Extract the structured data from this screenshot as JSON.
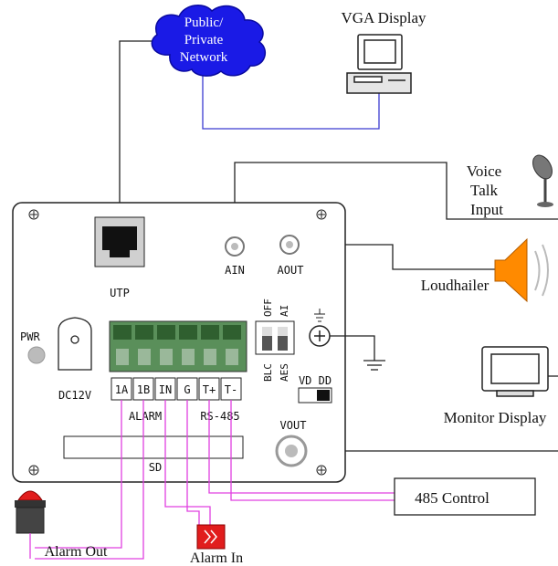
{
  "network": {
    "label_lines": [
      "Public/",
      "Private",
      "Network"
    ]
  },
  "vga": {
    "label": "VGA Display"
  },
  "voice": {
    "label_lines": [
      "Voice",
      "Talk",
      "Input"
    ]
  },
  "loudhailer": {
    "label": "Loudhailer"
  },
  "monitor": {
    "label": "Monitor Display"
  },
  "camera": {
    "utp": "UTP",
    "ain": "AIN",
    "aout": "AOUT",
    "pwr": "PWR",
    "dc": "DC12V",
    "vout": "VOUT",
    "sd": "SD",
    "switch_off": "OFF",
    "switch_ai": "AI",
    "switch_blc": "BLC",
    "switch_aes": "AES",
    "vd_dd": "VD DD",
    "alarm_group": "ALARM",
    "rs_group": "RS-485",
    "terminals": [
      "1A",
      "1B",
      "IN",
      "G",
      "T+",
      "T-"
    ]
  },
  "control": {
    "label": "485 Control"
  },
  "alarm_out": {
    "label": "Alarm Out"
  },
  "alarm_in": {
    "label": "Alarm In"
  },
  "colors": {
    "network_link": "#3b3bd1",
    "alarm_wire": "#e040e0",
    "cloud": "#1a1ae6",
    "speaker": "#ff8a00",
    "alarm_in_box": "#e11d1d",
    "alarm_out_light": "#e11d1d"
  }
}
